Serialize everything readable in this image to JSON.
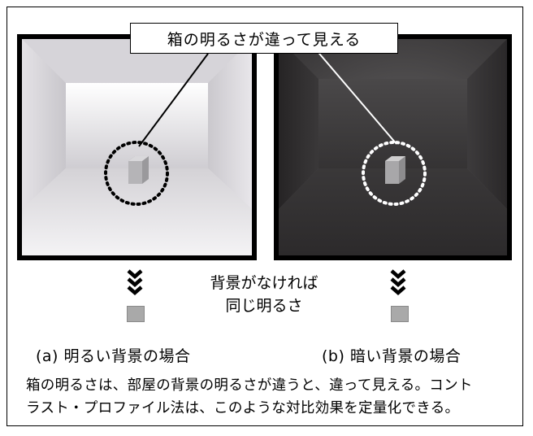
{
  "callout": {
    "text": "箱の明るさが違って見える"
  },
  "center_note": {
    "line1": "背景がなければ",
    "line2": "同じ明るさ"
  },
  "captions": {
    "a": "(a) 明るい背景の場合",
    "b": "(b) 暗い背景の場合"
  },
  "description": {
    "line1": "箱の明るさは、部屋の背景の明るさが違うと、違って見える。コント",
    "line2": "ラスト・プロファイル法は、このような対比効果を定量化できる。"
  },
  "colors": {
    "frame": "#000000",
    "swatch": "#a9a9a9",
    "bright_room_wall": "#d8d6da",
    "dark_room_wall": "#4c4a4c"
  },
  "icons": {
    "down_chevrons": "double-chevron-down-icon"
  }
}
